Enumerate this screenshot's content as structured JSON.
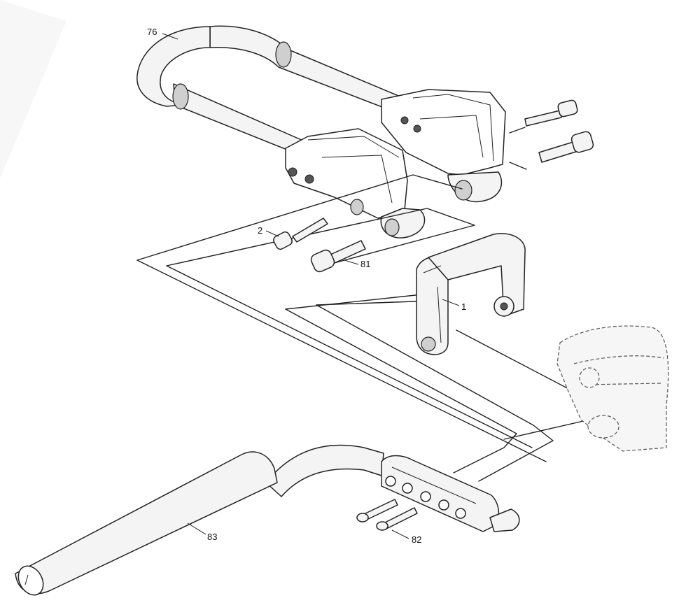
{
  "callouts": {
    "c76": "76",
    "c2": "2",
    "c81": "81",
    "c1": "1",
    "c83": "83",
    "c82": "82"
  },
  "colors": {
    "line": "#222222",
    "fill": "#f4f4f4",
    "shade": "#cfcfcf",
    "ghost": "#555555"
  }
}
